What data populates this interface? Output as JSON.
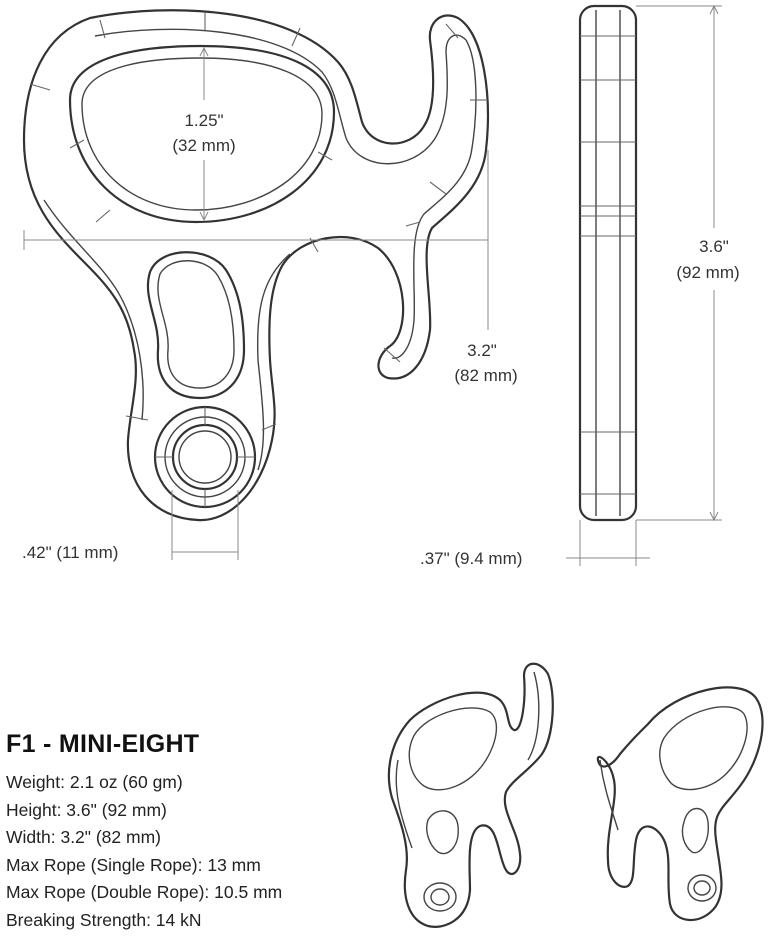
{
  "product": {
    "title": "F1 - MINI-EIGHT",
    "specs": [
      "Weight: 2.1 oz (60 gm)",
      "Height: 3.6\" (92 mm)",
      "Width: 3.2\" (82 mm)",
      "Max Rope (Single Rope): 13 mm",
      "Max Rope (Double Rope): 10.5 mm",
      "Breaking Strength: 14 kN"
    ]
  },
  "dimensions": {
    "large_hole": {
      "inches": "1.25\"",
      "mm": "(32 mm)"
    },
    "width": {
      "inches": "3.2\"",
      "mm": "(82 mm)"
    },
    "height": {
      "inches": "3.6\"",
      "mm": "(92 mm)"
    },
    "small_hole": {
      "text": ".42\" (11 mm)"
    },
    "thickness": {
      "text": ".37\" (9.4 mm)"
    }
  }
}
